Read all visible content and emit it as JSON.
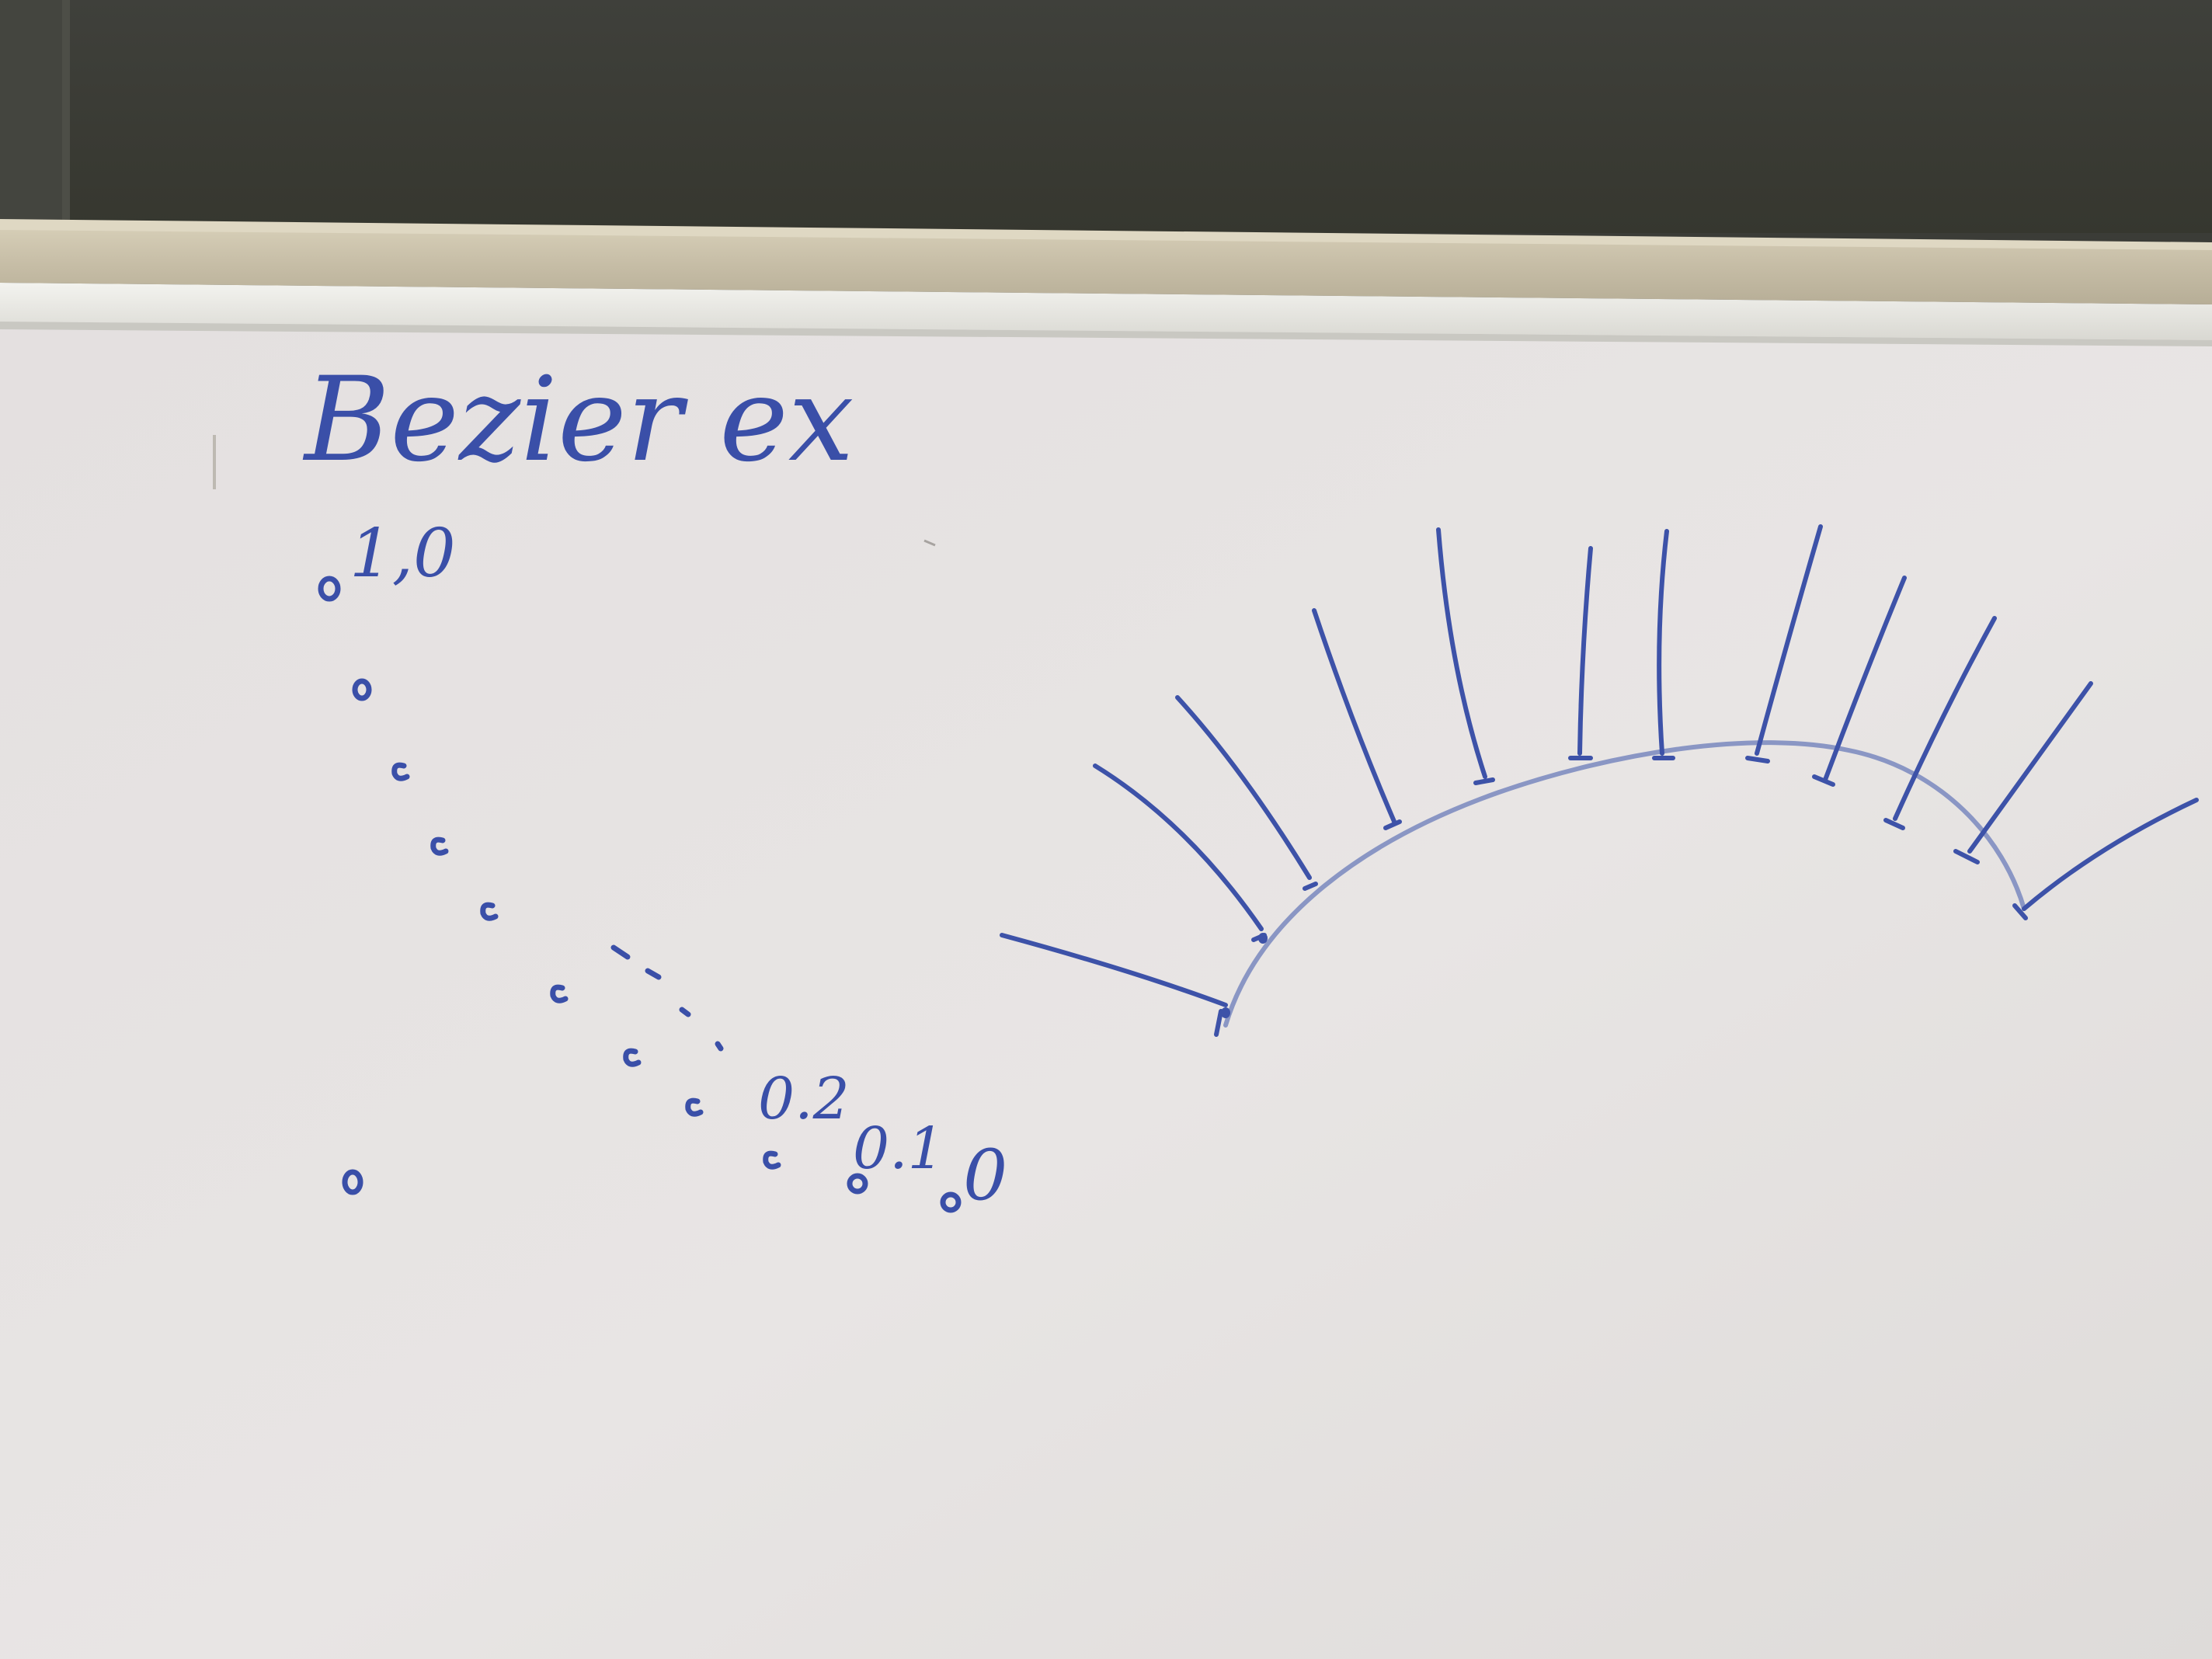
{
  "whiteboard": {
    "title": "Bezier ex",
    "labels": {
      "top": "1,0",
      "mid": "0.2",
      "lower": "0.1",
      "end": "0"
    }
  },
  "colors": {
    "wall": "#3b3c37",
    "tray": "#c9c1ab",
    "frame": "#ecebe6",
    "board": "#e6e3e2",
    "ink": "#3a4fa8"
  }
}
